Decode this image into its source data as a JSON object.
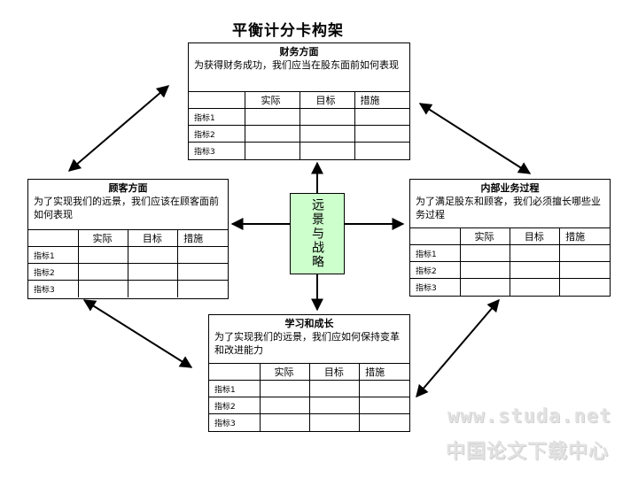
{
  "title": "平衡计分卡构架",
  "vision": "远景与战略",
  "columns": [
    "实际",
    "目标",
    "措施"
  ],
  "rows": [
    "指标1",
    "指标2",
    "指标3"
  ],
  "boxes": {
    "finance": {
      "title": "财务方面",
      "desc": "为获得财务成功，我们应当在股东面前如何表现"
    },
    "customer": {
      "title": "顾客方面",
      "desc": "为了实现我们的远景，我们应该在顾客面前如何表现"
    },
    "internal": {
      "title": "内部业务过程",
      "desc": "为了满足股东和顾客，我们必须擅长哪些业务过程"
    },
    "learning": {
      "title": "学习和成长",
      "desc": "为了实现我们的远景，我们应如何保持变革和改进能力"
    }
  },
  "watermark": {
    "url": "www.studa.net",
    "name": "中国论文下载中心"
  }
}
